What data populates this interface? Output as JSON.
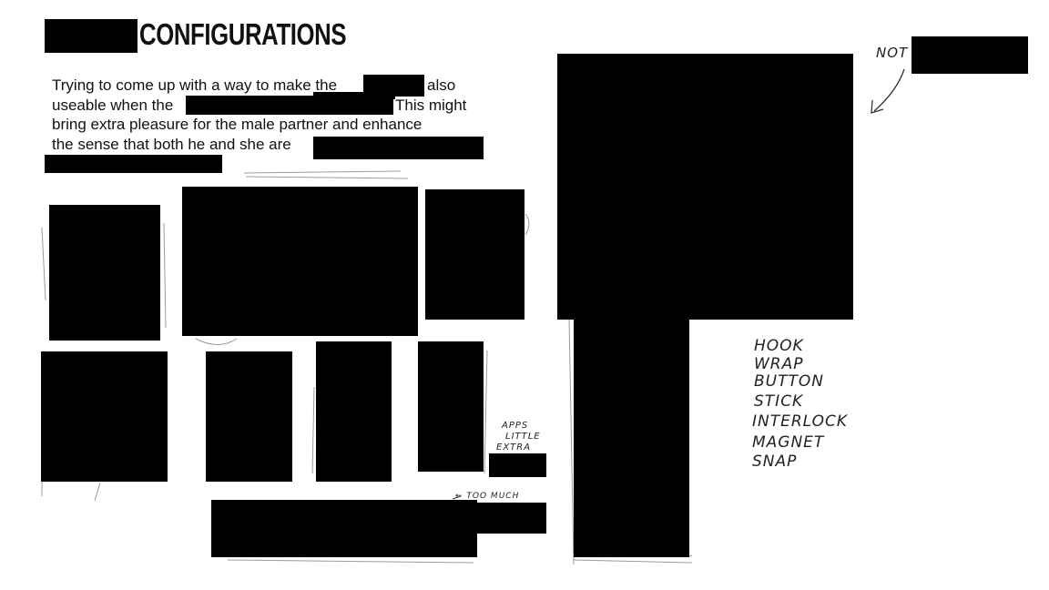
{
  "title": "CONFIGURATIONS",
  "description": {
    "line1_a": "Trying to come up with a way to make the",
    "line1_b": "also",
    "line2_a": "useable when the",
    "line2_b": "This might",
    "line3": "bring extra pleasure for the male partner and enhance",
    "line4": "the sense that both he and she are"
  },
  "annotations": {
    "not_label": "NOT",
    "apps": "APPS",
    "little": "LITTLE",
    "extra": "EXTRA",
    "too_much": "← TOO MUCH"
  },
  "attachment_methods": [
    "HOOK",
    "WRAP",
    "BUTTON",
    "STICK",
    "INTERLOCK",
    "MAGNET",
    "SNAP"
  ]
}
